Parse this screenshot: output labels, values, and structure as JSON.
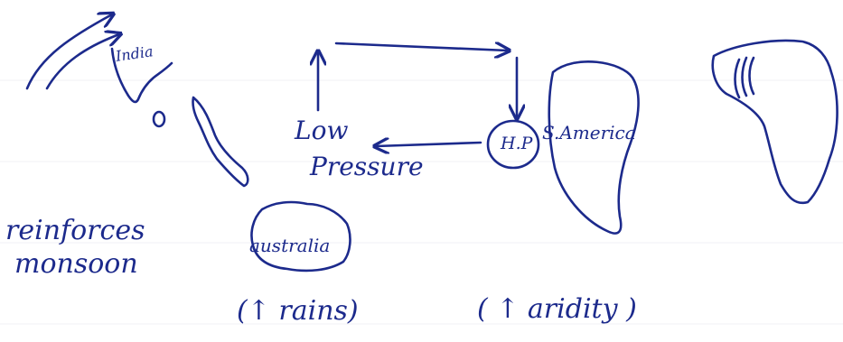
{
  "labels": {
    "india": "India",
    "low": "Low",
    "pressure": "Pressure",
    "high_pressure": "H.P",
    "south_america": "S.America",
    "reinforces": "reinforces",
    "monsoon": "monsoon",
    "australia": "australia",
    "rains": "(↑ rains)",
    "aridity": "( ↑ aridity )"
  },
  "colors": {
    "ink": "#1c2a8c",
    "paper": "#ffffff"
  }
}
